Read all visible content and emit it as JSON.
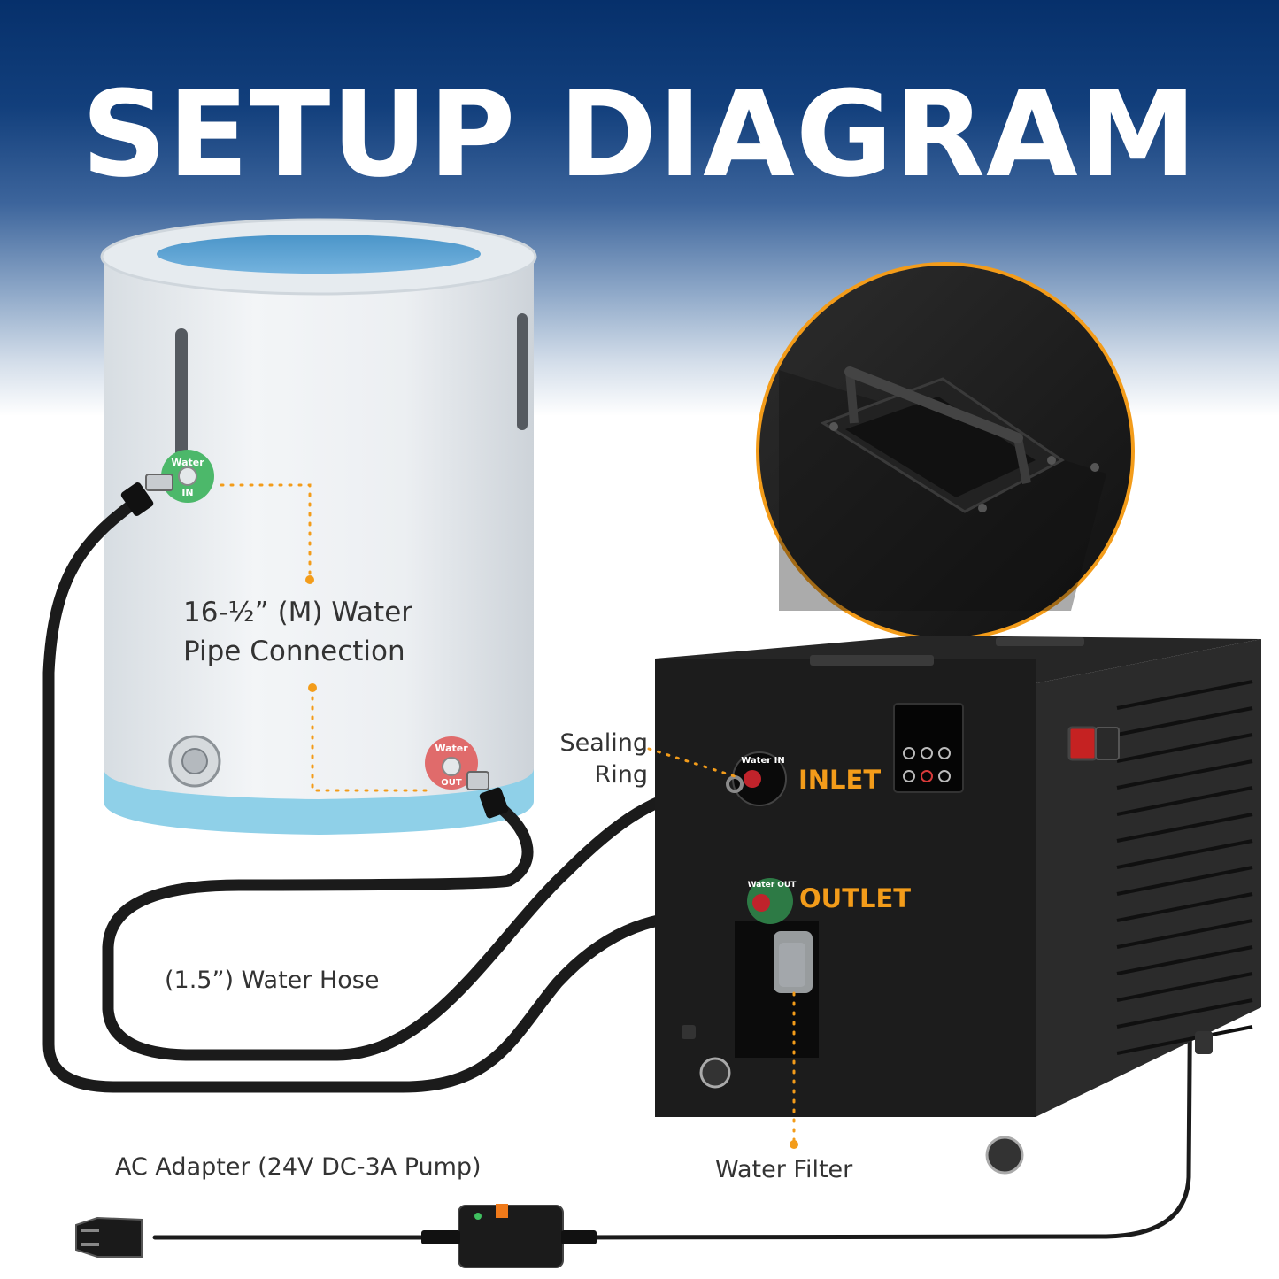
{
  "title": "SETUP DIAGRAM",
  "labels": {
    "pipe_line1": "16-½” (M) Water",
    "pipe_line2": "Pipe Connection",
    "sealing_line1": "Sealing",
    "sealing_line2": "Ring",
    "inlet": "INLET",
    "outlet": "OUTLET",
    "hose": "(1.5”) Water Hose",
    "ac_adapter": "AC Adapter (24V DC-3A Pump)",
    "water_filter": "Water Filter"
  },
  "tub_ports": {
    "inlet_line1": "Water",
    "inlet_line2": "IN",
    "outlet_line1": "Water",
    "outlet_line2": "OUT"
  },
  "chiller_ports": {
    "inlet_text": "Water IN",
    "outlet_text": "Water OUT"
  },
  "colors": {
    "accent": "#f39c1a",
    "header_blue": "#06306b",
    "tub_inlet": "#4cb86a",
    "tub_outlet": "#e06b6b",
    "chiller_body": "#1c1c1c"
  }
}
